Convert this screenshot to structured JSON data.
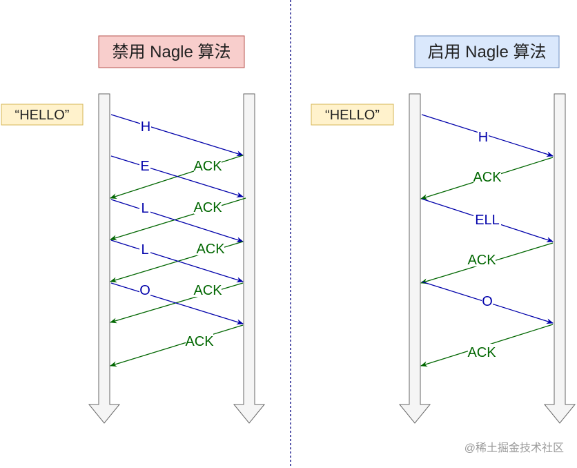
{
  "left": {
    "title": "禁用 Nagle 算法",
    "input": "“HELLO”",
    "messages": [
      {
        "dir": "send",
        "label": "H"
      },
      {
        "dir": "ack",
        "label": "ACK"
      },
      {
        "dir": "send",
        "label": "E"
      },
      {
        "dir": "ack",
        "label": "ACK"
      },
      {
        "dir": "send",
        "label": "L"
      },
      {
        "dir": "ack",
        "label": "ACK"
      },
      {
        "dir": "send",
        "label": "L"
      },
      {
        "dir": "ack",
        "label": "ACK"
      },
      {
        "dir": "send",
        "label": "O"
      },
      {
        "dir": "ack",
        "label": "ACK"
      }
    ]
  },
  "right": {
    "title": "启用 Nagle 算法",
    "input": "“HELLO”",
    "messages": [
      {
        "dir": "send",
        "label": "H"
      },
      {
        "dir": "ack",
        "label": "ACK"
      },
      {
        "dir": "send",
        "label": "ELL"
      },
      {
        "dir": "ack",
        "label": "ACK"
      },
      {
        "dir": "send",
        "label": "O"
      },
      {
        "dir": "ack",
        "label": "ACK"
      }
    ]
  },
  "watermark": "@稀土掘金技术社区",
  "colors": {
    "send": "#0000aa",
    "ack": "#006600",
    "left_title_bg": "#f8cecc",
    "left_title_border": "#b85450",
    "right_title_bg": "#dae8fc",
    "right_title_border": "#6c8ebf",
    "input_bg": "#fff2cc",
    "input_border": "#d6b656",
    "divider": "#000080"
  }
}
